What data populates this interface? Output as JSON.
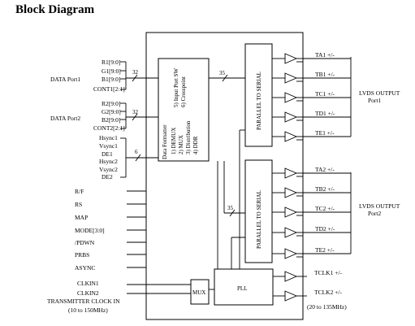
{
  "title": "Block Diagram",
  "left_groups": {
    "port1": {
      "label": "DATA Port1",
      "signals": [
        "R1[9:0]",
        "G1[9:0]",
        "B1[9:0]"
      ],
      "bus_width": "32",
      "cont": "CONT1[2:1]"
    },
    "port2": {
      "label": "DATA Port2",
      "signals": [
        "R2[9:0]",
        "G2[9:0]",
        "B2[9:0]"
      ],
      "bus_width": "32",
      "cont": "CONT2[2:1]"
    },
    "sync": {
      "signals": [
        "Hsync1",
        "Vsync1",
        "DE1",
        "Hsync2",
        "Vsync2",
        "DE2"
      ],
      "bus_width": "6"
    }
  },
  "control_pins": [
    "R/F",
    "RS",
    "MAP",
    "MODE[3:0]",
    "/PDWN",
    "PRBS",
    "ASYNC"
  ],
  "clock": {
    "inputs": [
      "CLKIN1",
      "CLKIN2"
    ],
    "label": "TRANSMITTER CLOCK IN",
    "range": "(10 to 150MHz)"
  },
  "formatter": {
    "title": "Data Formatter",
    "items": [
      "1) DEMUX",
      "2) MUX",
      "3) Distribution",
      "4) DDR",
      "5) Input Port SW",
      "6) Crosspoint"
    ]
  },
  "p2s": {
    "top": "PARALLEL TO SERIAL",
    "bottom": "PARALLEL TO SERIAL"
  },
  "bus_mid": {
    "top": "35",
    "bottom": "35"
  },
  "outputs_port1": [
    "TA1 +/-",
    "TB1 +/-",
    "TC1 +/-",
    "TD1 +/-",
    "TE1 +/-"
  ],
  "outputs_port2": [
    "TA2 +/-",
    "TB2 +/-",
    "TC2 +/-",
    "TD2 +/-",
    "TE2 +/-"
  ],
  "lvds_port1": [
    "LVDS OUTPUT",
    "Port1"
  ],
  "lvds_port2": [
    "LVDS OUTPUT",
    "Port2"
  ],
  "mux_label": "MUX",
  "pll_label": "PLL",
  "clk_outputs": [
    "TCLK1 +/-",
    "TCLK2 +/-"
  ],
  "clk_out_range": "(20 to 135MHz)"
}
